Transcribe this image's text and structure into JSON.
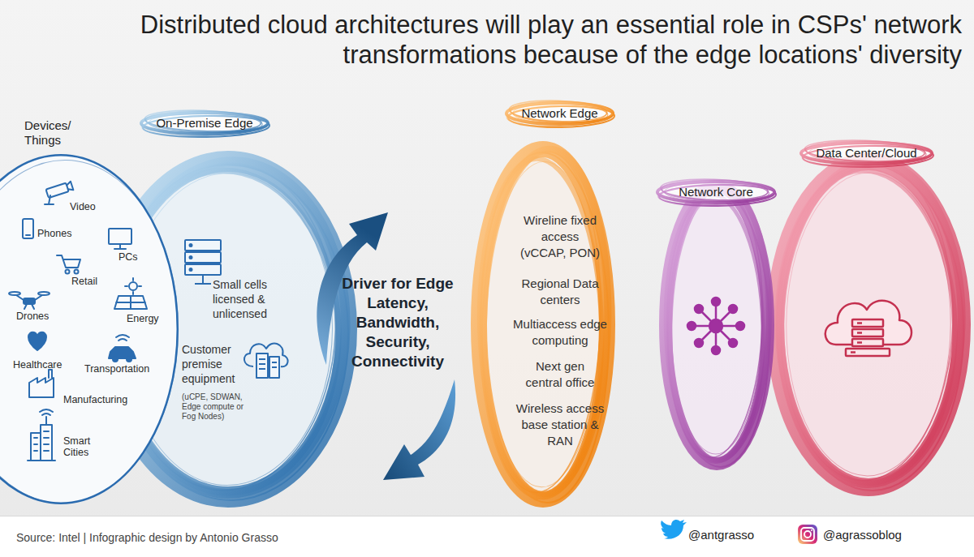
{
  "diagram": {
    "title": "Distributed cloud architectures will play an essential role in CSPs' network transformations because of the edge locations' diversity",
    "nodes": [
      {
        "text": [
          "Devices/ Things",
          "Video",
          "Phones",
          "PCs",
          "Retail",
          "Drones",
          "Energy",
          "Healthcare",
          "Transportation",
          "Manufacturing",
          "Smart Cities"
        ]
      },
      {
        "text": [
          "On-Premise Edge",
          "Small cells licensed & unlicensed",
          "Customer premise equipment",
          "(uCPE, SDWAN, Edge compute or Fog Nodes)"
        ]
      },
      {
        "text": [
          "Driver for Edge Latency, Bandwidth, Security, Connectivity"
        ]
      },
      {
        "text": [
          "Network Edge",
          "Wireline fixed access (vCCAP, PON)",
          "Regional Data centers",
          "Multiaccess edge computing",
          "Next gen central office",
          "Wireless access base station & RAN"
        ]
      },
      {
        "text": [
          "Network Core"
        ]
      },
      {
        "text": [
          "Data Center/Cloud"
        ]
      }
    ],
    "labels": [
      "Source: Intel | Infographic design by Antonio Grasso",
      "@antgrasso",
      "@agrassoblog"
    ]
  }
}
